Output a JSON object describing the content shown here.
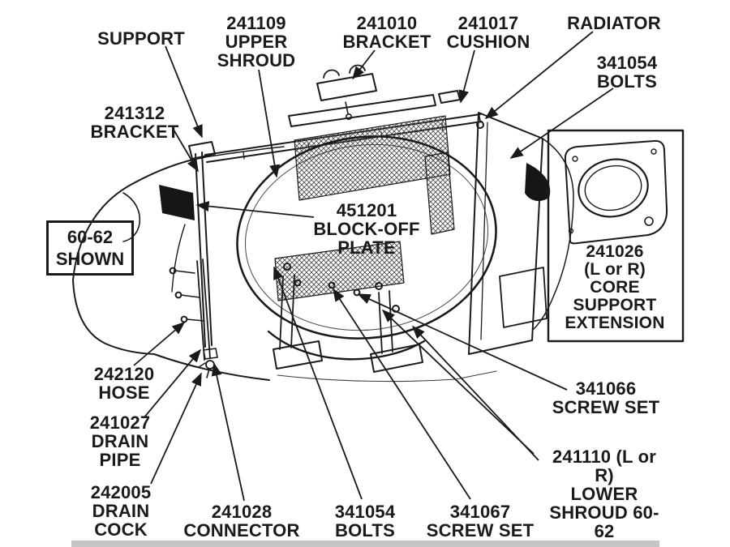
{
  "colors": {
    "ink": "#1a1a1a",
    "background": "#ffffff",
    "edge_bar": "#c6c6c6"
  },
  "badge": {
    "shown": "60-62\nSHOWN"
  },
  "callouts": {
    "support": "SUPPORT",
    "upper_shroud": "241109\nUPPER\nSHROUD",
    "bracket_241010": "241010\nBRACKET",
    "cushion": "241017\nCUSHION",
    "radiator": "RADIATOR",
    "bolts_top": "341054\nBOLTS",
    "bracket_241312": "241312\nBRACKET",
    "block_off_plate": "451201\nBLOCK-OFF\nPLATE",
    "core_support_extension": "241026\n(L or R)\nCORE\nSUPPORT\nEXTENSION",
    "hose": "242120\nHOSE",
    "drain_pipe": "241027\nDRAIN\nPIPE",
    "drain_cock": "242005\nDRAIN\nCOCK",
    "connector": "241028\nCONNECTOR",
    "bolts_bottom": "341054\nBOLTS",
    "screw_set_341067": "341067\nSCREW SET",
    "screw_set_341066": "341066\nSCREW SET",
    "lower_shroud": "241110 (L or R)\nLOWER\nSHROUD 60-62"
  }
}
